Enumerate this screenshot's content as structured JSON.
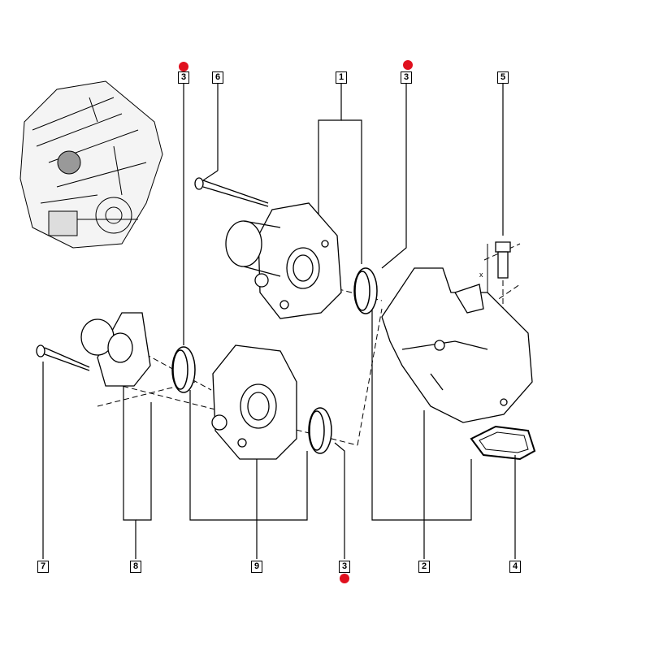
{
  "accent_color": "#e0101e",
  "callouts": [
    {
      "id": "callout-3-top-left",
      "text": "3"
    },
    {
      "id": "callout-6",
      "text": "6"
    },
    {
      "id": "callout-1",
      "text": "1"
    },
    {
      "id": "callout-3-top-right",
      "text": "3"
    },
    {
      "id": "callout-5",
      "text": "5"
    },
    {
      "id": "callout-7",
      "text": "7"
    },
    {
      "id": "callout-8",
      "text": "8"
    },
    {
      "id": "callout-9",
      "text": "9"
    },
    {
      "id": "callout-3-bottom",
      "text": "3"
    },
    {
      "id": "callout-2",
      "text": "2"
    },
    {
      "id": "callout-4",
      "text": "4"
    }
  ],
  "dimension_label": "x"
}
